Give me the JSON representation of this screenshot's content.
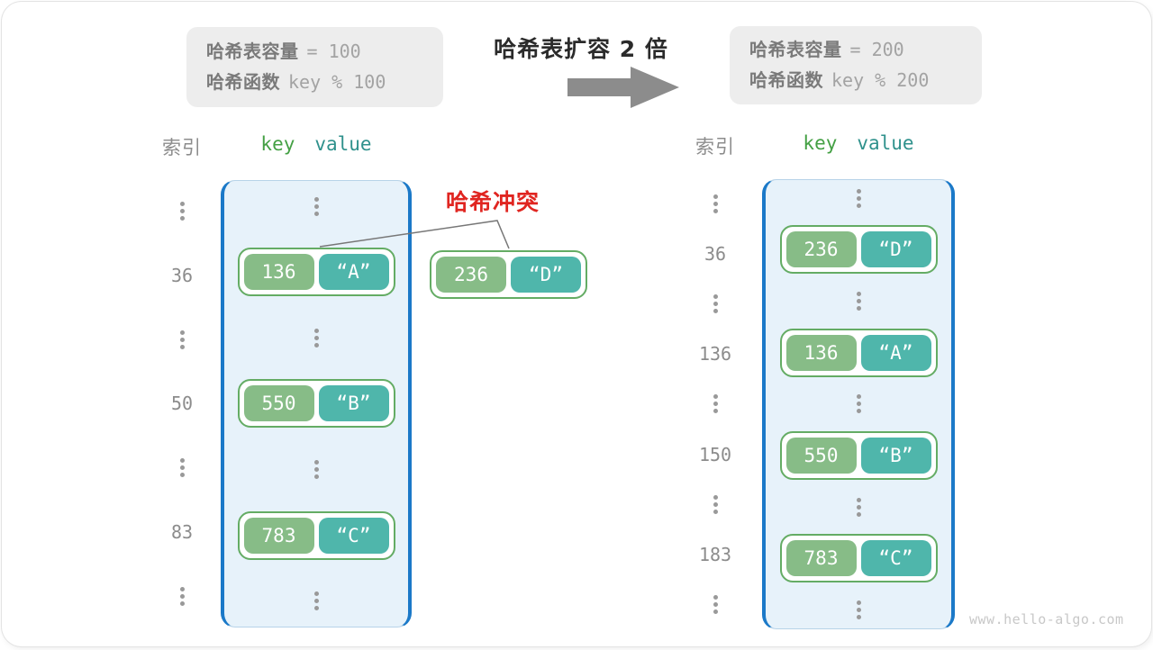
{
  "header": {
    "title": "哈希表扩容 2 倍",
    "box_left": {
      "lines": [
        {
          "label": "哈希表容量",
          "value": "= 100"
        },
        {
          "label": "哈希函数",
          "value": "key % 100"
        }
      ]
    },
    "box_right": {
      "lines": [
        {
          "label": "哈希表容量",
          "value": "= 200"
        },
        {
          "label": "哈希函数",
          "value": "key % 200"
        }
      ]
    }
  },
  "left_table": {
    "index_header": "索引",
    "key_header": "key",
    "value_header": "value",
    "rows": [
      {
        "type": "dots"
      },
      {
        "type": "pair",
        "index": "36",
        "key": "136",
        "value": "“A”"
      },
      {
        "type": "dots"
      },
      {
        "type": "pair",
        "index": "50",
        "key": "550",
        "value": "“B”"
      },
      {
        "type": "dots"
      },
      {
        "type": "pair",
        "index": "83",
        "key": "783",
        "value": "“C”"
      },
      {
        "type": "dots"
      }
    ]
  },
  "right_table": {
    "index_header": "索引",
    "key_header": "key",
    "value_header": "value",
    "rows": [
      {
        "type": "dots"
      },
      {
        "type": "pair",
        "index": "36",
        "key": "236",
        "value": "“D”"
      },
      {
        "type": "dots"
      },
      {
        "type": "pair",
        "index": "136",
        "key": "136",
        "value": "“A”"
      },
      {
        "type": "dots"
      },
      {
        "type": "pair",
        "index": "150",
        "key": "550",
        "value": "“B”"
      },
      {
        "type": "dots"
      },
      {
        "type": "pair",
        "index": "183",
        "key": "783",
        "value": "“C”"
      },
      {
        "type": "dots"
      }
    ]
  },
  "collision": {
    "label": "哈希冲突",
    "pair": {
      "key": "236",
      "value": "“D”"
    }
  },
  "watermark": "www.hello-algo.com",
  "colors": {
    "info-bg": "#ededed",
    "info-label": "#7a7a7a",
    "info-value": "#a3a3a3",
    "title-color": "#2b2b2b",
    "arrow-gray": "#8c8c8c",
    "key-header": "#44a044",
    "value-header": "#2f918c",
    "box-fill": "#e7f2fa",
    "box-border": "#1b79c8",
    "box-edge": "#b7d3e8",
    "pair-border": "#64ac64",
    "key-fill": "#87bc87",
    "value-fill": "#4fb6ab",
    "dots-color": "#999999",
    "collision-red": "#e02520",
    "line-gray": "#777777",
    "watermark-color": "#c8c8c8"
  }
}
